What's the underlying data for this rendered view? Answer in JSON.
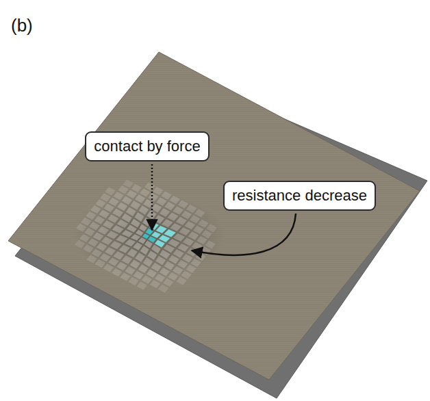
{
  "diagram": {
    "nodes": [
      {
        "text": [
          "contact by force"
        ]
      },
      {
        "text": [
          "resistance decrease"
        ]
      }
    ],
    "labels": [
      "(b)"
    ]
  }
}
